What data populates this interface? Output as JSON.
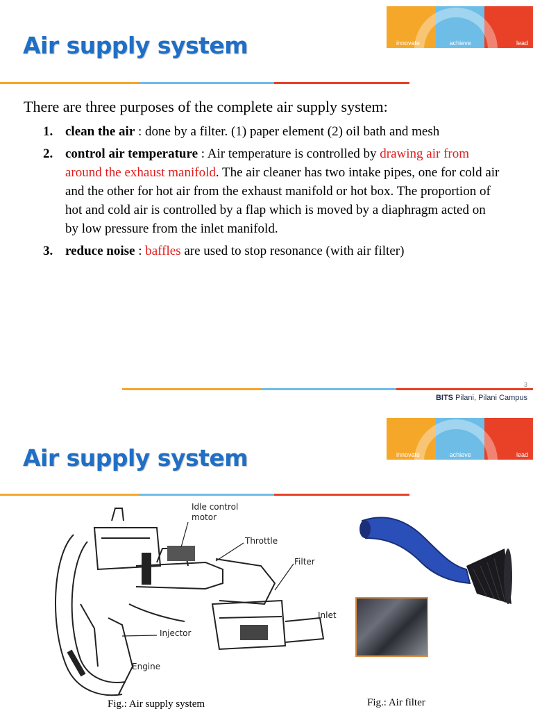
{
  "slide1": {
    "title": "Air supply system",
    "logo": {
      "innovate": "innovate",
      "achieve": "achieve",
      "lead": "lead"
    },
    "intro": "There are three purposes of the complete air supply system:",
    "items": [
      {
        "num": "1.",
        "head": "clean the air",
        "sep": " : ",
        "text": "done by a filter. (1) paper element (2) oil bath and mesh"
      },
      {
        "num": "2.",
        "head": "control air temperature",
        "sep": " : ",
        "pre": "Air temperature is controlled by ",
        "red": "drawing air from around the exhaust manifold",
        "post": ". The air cleaner has two intake pipes, one for cold air and the other for hot air from the exhaust manifold or hot box. The proportion of hot and cold air is controlled by a flap which is moved by a diaphragm acted on by low pressure from the inlet manifold."
      },
      {
        "num": "3.",
        "head": "reduce noise",
        "sep": " : ",
        "red": "baffles",
        "post": " are used to stop resonance (with air filter)"
      }
    ],
    "page_number": "3",
    "footer_bold": "BITS",
    "footer_rest": " Pilani, Pilani Campus"
  },
  "slide2": {
    "title": "Air supply system",
    "logo": {
      "innovate": "innovate",
      "achieve": "achieve",
      "lead": "lead"
    },
    "diagram_labels": {
      "idle": "Idle control\nmotor",
      "throttle": "Throttle",
      "filter": "Filter",
      "inlet": "Inlet",
      "injector": "Injector",
      "engine": "Engine"
    },
    "caption_left": "Fig.: Air supply system",
    "caption_right": "Fig.: Air filter"
  },
  "colors": {
    "title": "#1f6fc7",
    "orange": "#f5a72a",
    "blue": "#6dbde6",
    "red": "#e84127",
    "highlight": "#e01b1b"
  }
}
